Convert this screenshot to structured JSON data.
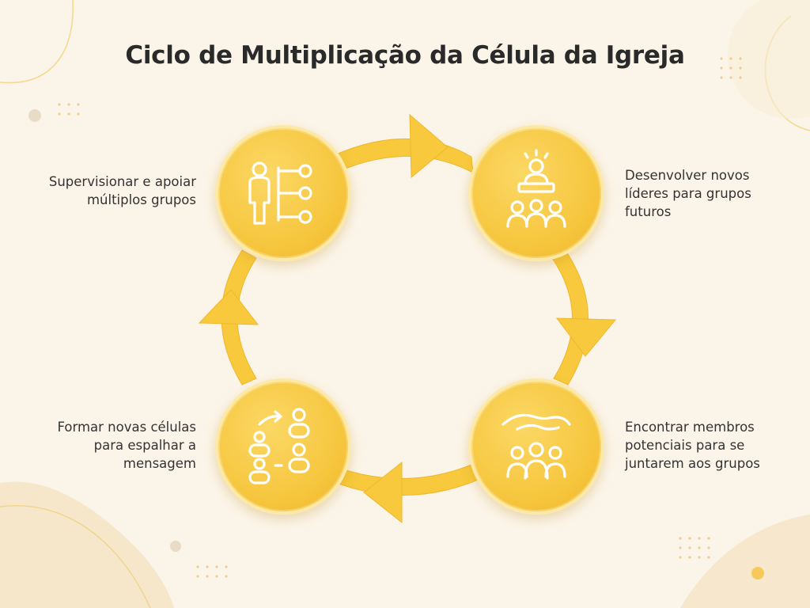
{
  "title": "Ciclo de Multiplicação da Célula da Igreja",
  "colors": {
    "background": "#fbf4e8",
    "node_fill": "#f6c53c",
    "arrow_fill": "#f8c93c",
    "icon_stroke": "#ffffff",
    "text": "#333333"
  },
  "steps": [
    {
      "icon": "leader-with-group-icon",
      "lines": [
        "Desenvolver novos",
        "líderes para grupos",
        "futuros"
      ]
    },
    {
      "icon": "hand-over-people-icon",
      "lines": [
        "Encontrar membros",
        "potenciais para se",
        "juntarem aos grupos"
      ]
    },
    {
      "icon": "people-splitting-icon",
      "lines": [
        "Formar novas células",
        "para espalhar a",
        "mensagem"
      ]
    },
    {
      "icon": "person-supervising-network-icon",
      "lines": [
        "Supervisionar e apoiar",
        "múltiplos grupos"
      ]
    }
  ]
}
